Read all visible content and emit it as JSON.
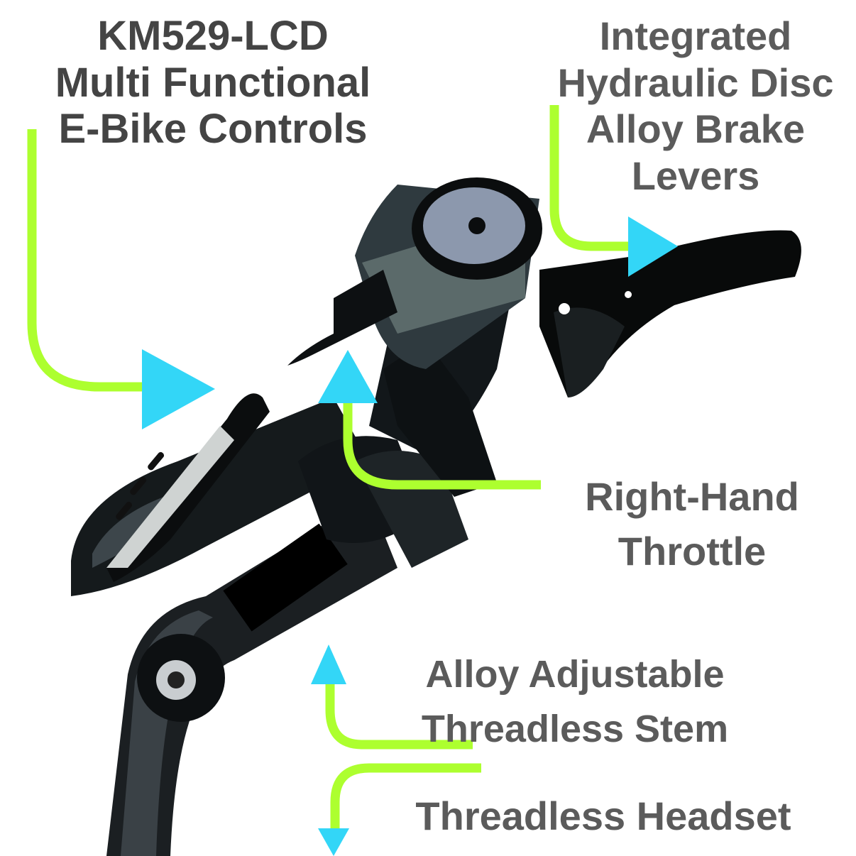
{
  "colors": {
    "connector_line": "#adff2f",
    "arrow_head": "#33d6f7",
    "label_text_dark": "#444444",
    "label_text": "#5b5b5b",
    "product_dark": "#0a0d0c",
    "product_mid": "#2c3236"
  },
  "callouts": [
    {
      "id": "lcd-controls",
      "lines": [
        "KM529-LCD",
        "Multi Functional",
        "E-Bike Controls"
      ],
      "arrow": "right"
    },
    {
      "id": "brake-levers",
      "lines": [
        "Integrated",
        "Hydraulic Disc",
        "Alloy Brake",
        "Levers"
      ],
      "arrow": "right"
    },
    {
      "id": "throttle",
      "lines": [
        "Right-Hand",
        "Throttle"
      ],
      "arrow": "up"
    },
    {
      "id": "stem",
      "lines": [
        "Alloy Adjustable",
        "Threadless Stem"
      ],
      "arrow": "up"
    },
    {
      "id": "headset",
      "lines": [
        "Threadless Headset"
      ],
      "arrow": "down"
    }
  ]
}
